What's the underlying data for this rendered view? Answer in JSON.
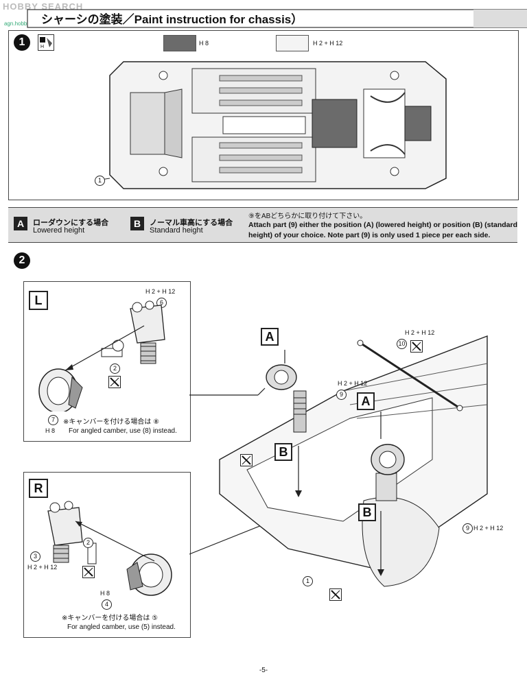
{
  "watermark": {
    "site": "HOBBY SEARCH",
    "url": "agn.hobby.com"
  },
  "header": {
    "title": "シャーシの塗装／Paint instruction for chassis）"
  },
  "step1": {
    "number": "1",
    "swatch_dark": {
      "code": "H 8",
      "color": "#6b6b6b"
    },
    "swatch_light": {
      "code": "H 2 + H 12",
      "color": "#f4f4f4"
    },
    "part_label": "1"
  },
  "height_band": {
    "a_label": "A",
    "a_jp": "ローダウンにする場合",
    "a_en": "Lowered height",
    "b_label": "B",
    "b_jp": "ノーマル車高にする場合",
    "b_en": "Standard height",
    "note_jp": "⑨をABどちらかに取り付けて下さい。",
    "note_en_1": "Attach part (9) either the position (A) (lowered height) or position (B) (standard",
    "note_en_2": "height) of your choice. Note part (9) is only used 1 piece per each side."
  },
  "step2": {
    "number": "2",
    "left_box": {
      "side": "L",
      "paint_top": "H 2 + H 12",
      "part_top": "6",
      "part_pin": "2",
      "part_wheel": "7",
      "paint_wheel": "H 8",
      "note_jp": "※キャンバーを付ける場合は ⑧",
      "note_en": "For angled camber, use (8) instead."
    },
    "right_box": {
      "side": "R",
      "part_pin": "2",
      "part_top": "3",
      "paint_top": "H 2 + H 12",
      "paint_wheel": "H 8",
      "part_wheel": "4",
      "note_jp": "※キャンバーを付ける場合は ⑤",
      "note_en": "For angled camber, use (5) instead."
    },
    "main": {
      "label_a1": "A",
      "label_a2": "A",
      "label_b1": "B",
      "label_b2": "B",
      "bar_paint": "H 2 + H 12",
      "bar_part": "10",
      "mid_paint": "H 2 + H 12",
      "mid_part": "9",
      "low_paint": "H 2 + H 12",
      "low_part": "9",
      "chassis_part": "1"
    }
  },
  "footer": {
    "page": "-5-"
  },
  "colors": {
    "band_bg": "#dddddd",
    "ink": "#111111",
    "dark_paint": "#6b6b6b"
  }
}
